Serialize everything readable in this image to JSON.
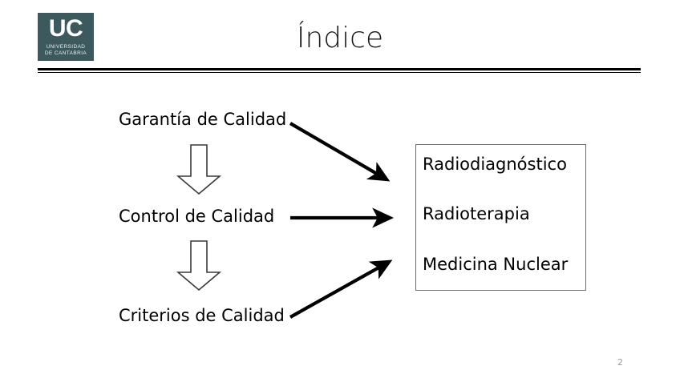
{
  "slide": {
    "title": "Índice",
    "page_number": "2",
    "background_color": "#ffffff"
  },
  "logo": {
    "name": "uc-logo",
    "initials": "UC",
    "subtitle": "UNIVERSIDAD\nDE CANTABRIA",
    "background_color": "#3c5a5e",
    "text_color": "#ffffff"
  },
  "header": {
    "rule_color": "#000000"
  },
  "flow": {
    "left_steps": [
      {
        "label": "Garantía de Calidad"
      },
      {
        "label": "Control de Calidad"
      },
      {
        "label": "Criterios de Calidad"
      }
    ],
    "step_connectors": [
      {
        "name": "down-arrow-garantia-to-control",
        "direction": "down"
      },
      {
        "name": "down-arrow-control-to-criterios",
        "direction": "down"
      }
    ],
    "cross_connectors": [
      {
        "name": "arrow-garantia-to-box",
        "direction": "down-right"
      },
      {
        "name": "arrow-control-to-box",
        "direction": "right"
      },
      {
        "name": "arrow-criterios-to-box",
        "direction": "up-right"
      }
    ],
    "target_box": {
      "name": "applications-box",
      "border_color": "#6e6e6e",
      "items": [
        "Radiodiagnóstico",
        "Radioterapia",
        "Medicina Nuclear"
      ]
    }
  }
}
